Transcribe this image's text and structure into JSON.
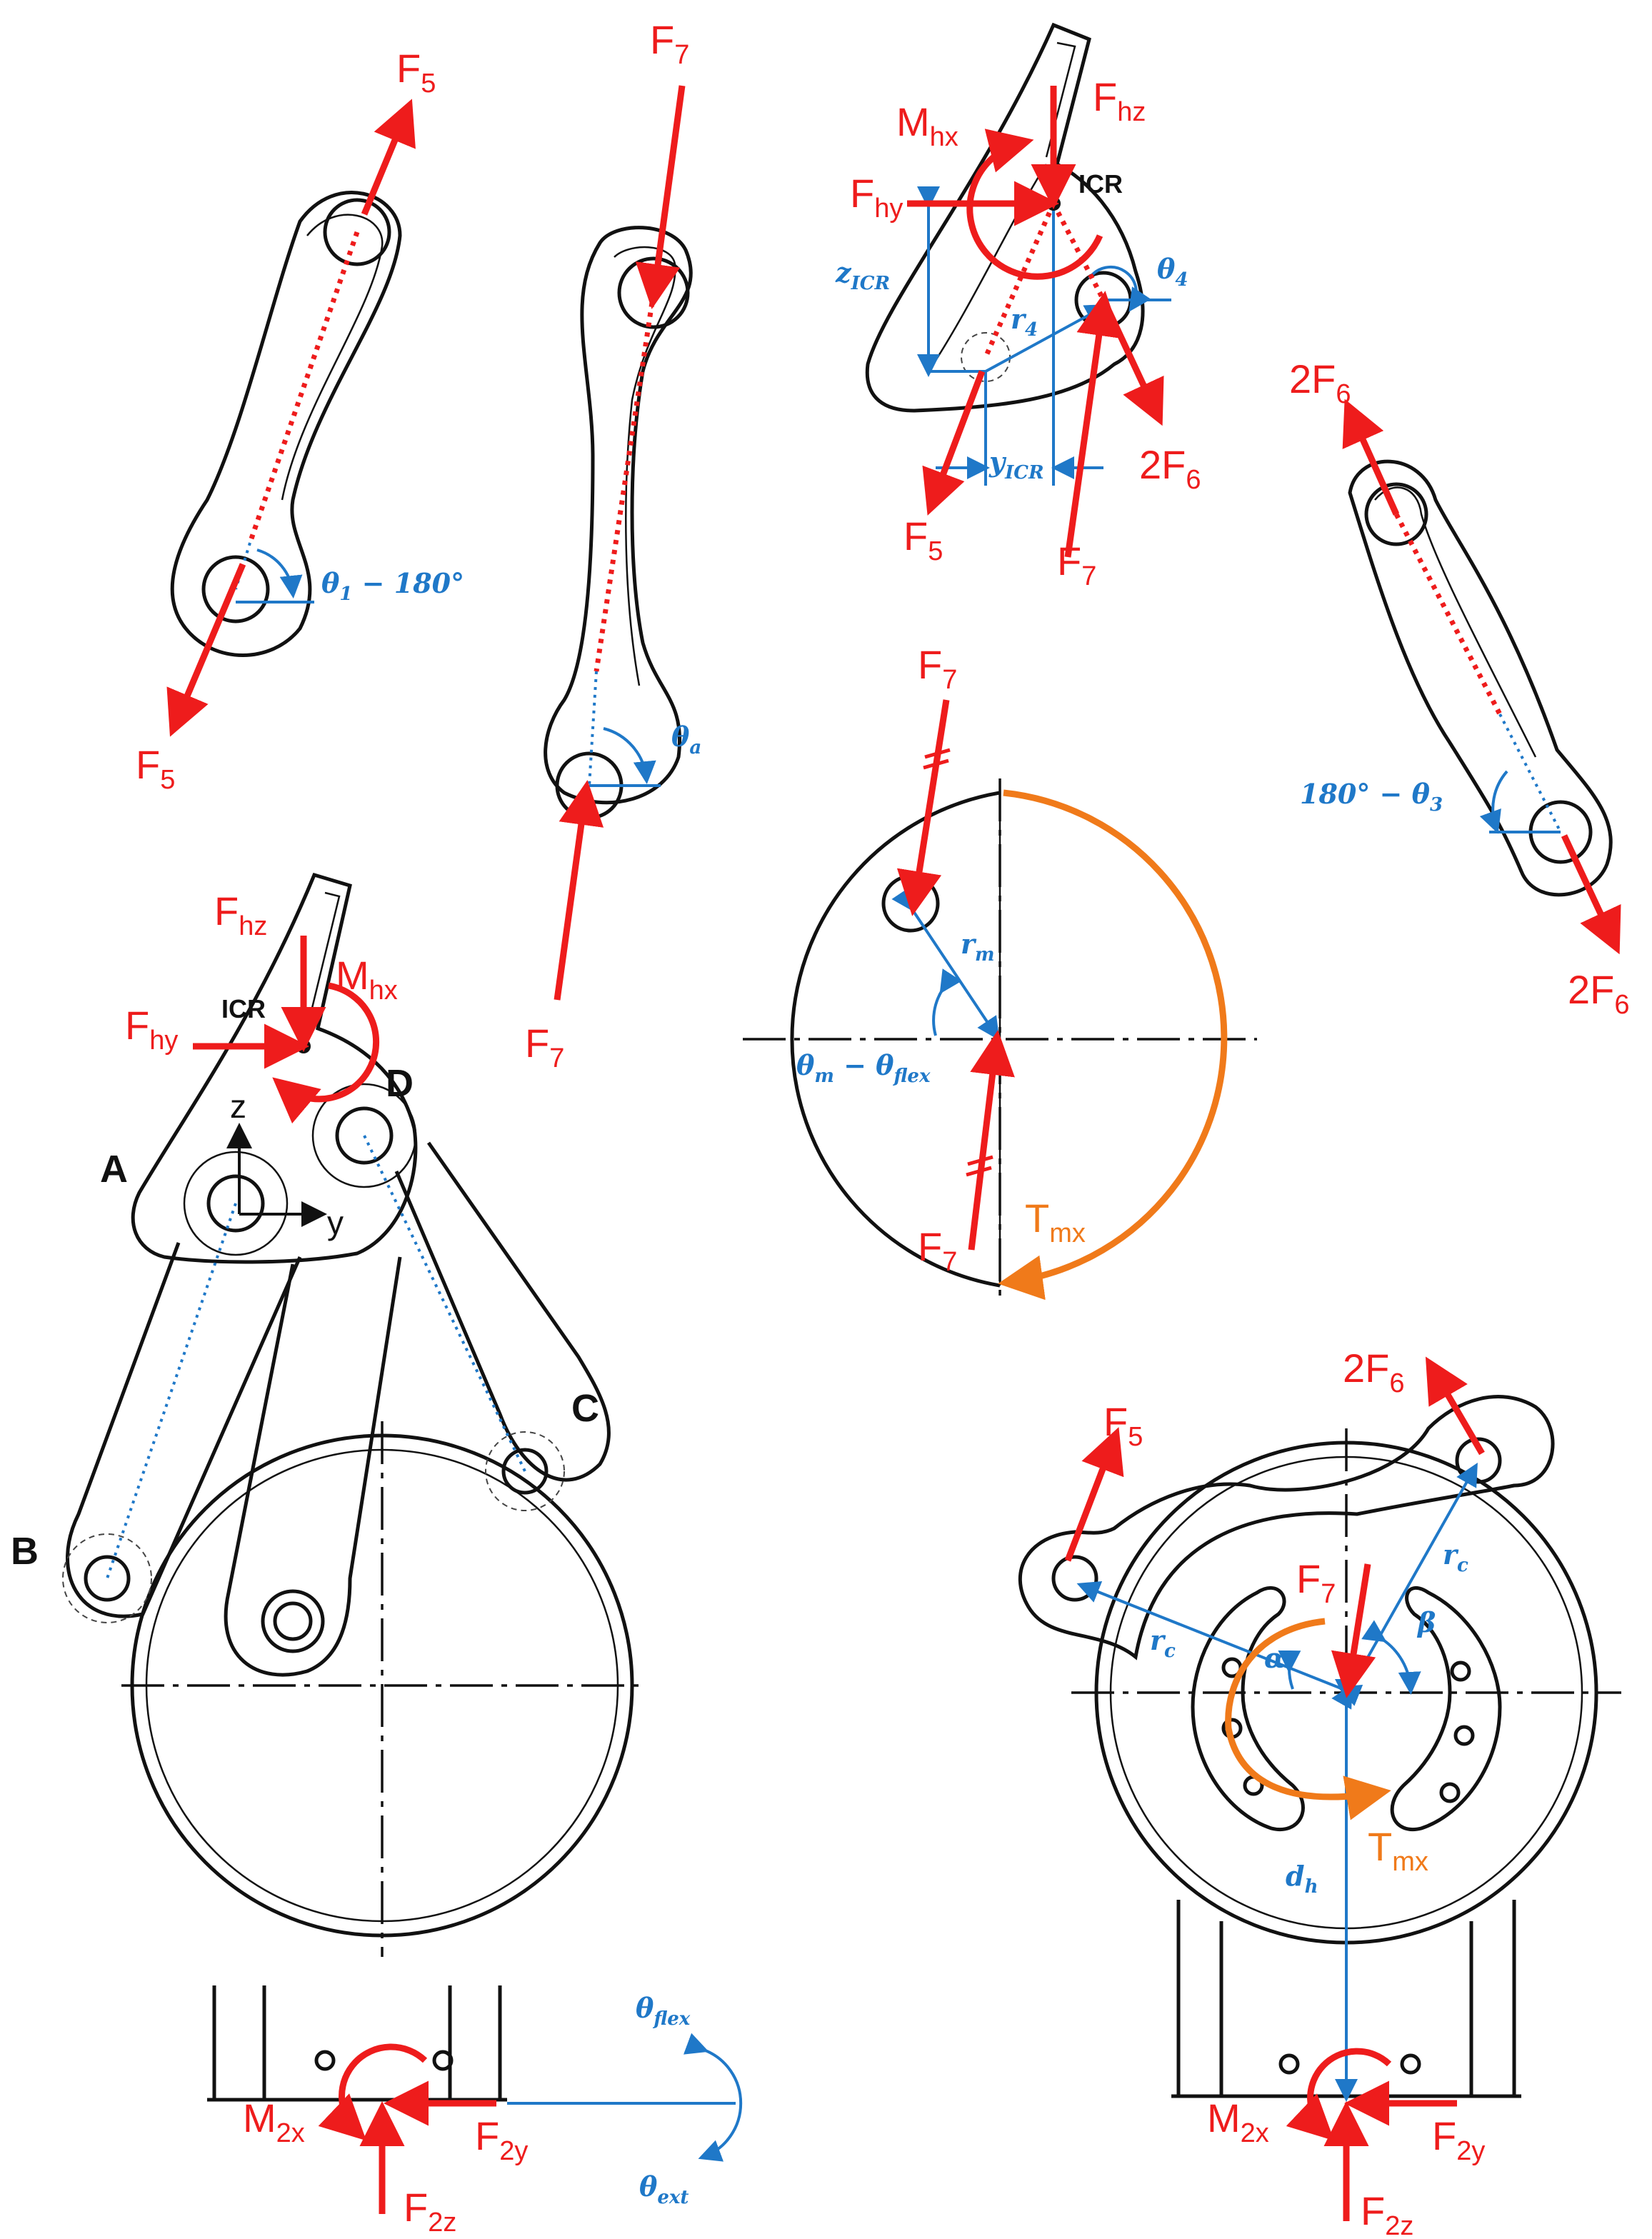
{
  "labels": {
    "F5": {
      "base": "F",
      "sub": "5"
    },
    "F7": {
      "base": "F",
      "sub": "7"
    },
    "Fhz": {
      "base": "F",
      "sub": "hz"
    },
    "Fhy": {
      "base": "F",
      "sub": "hy"
    },
    "Mhx": {
      "base": "M",
      "sub": "hx"
    },
    "twoF6": {
      "base": "2F",
      "sub": "6"
    },
    "Tmx": {
      "base": "T",
      "sub": "mx"
    },
    "M2x": {
      "base": "M",
      "sub": "2x"
    },
    "F2y": {
      "base": "F",
      "sub": "2y"
    },
    "F2z": {
      "base": "F",
      "sub": "2z"
    },
    "ICR": "ICR"
  },
  "angles": {
    "theta1": {
      "base": "θ",
      "sub": "1",
      "tail": " − 180°"
    },
    "thetaA": {
      "base": "θ",
      "sub": "a"
    },
    "theta4": {
      "base": "θ",
      "sub": "4"
    },
    "theta3": {
      "head": "180° − ",
      "base": "θ",
      "sub": "3"
    },
    "thetaMF": {
      "base": "θ",
      "sub": "m",
      "mid": " − θ",
      "sub2": "flex"
    },
    "thetaFlex": {
      "base": "θ",
      "sub": "flex"
    },
    "thetaExt": {
      "base": "θ",
      "sub": "ext"
    },
    "zICR": {
      "base": "z",
      "sub": "ICR"
    },
    "yICR": {
      "base": "y",
      "sub": "ICR"
    },
    "r4": {
      "base": "r",
      "sub": "4"
    },
    "rm": {
      "base": "r",
      "sub": "m"
    },
    "rc": {
      "base": "r",
      "sub": "c"
    },
    "dh": {
      "base": "d",
      "sub": "h"
    },
    "alpha": "α",
    "beta": "β"
  },
  "points": {
    "A": "A",
    "B": "B",
    "C": "C",
    "D": "D"
  },
  "axes": {
    "z": "z",
    "y": "y"
  },
  "colors": {
    "force": "#ee1c1c",
    "geometry": "#1f78c8",
    "torque": "#f07a1a",
    "part": "#111111"
  }
}
